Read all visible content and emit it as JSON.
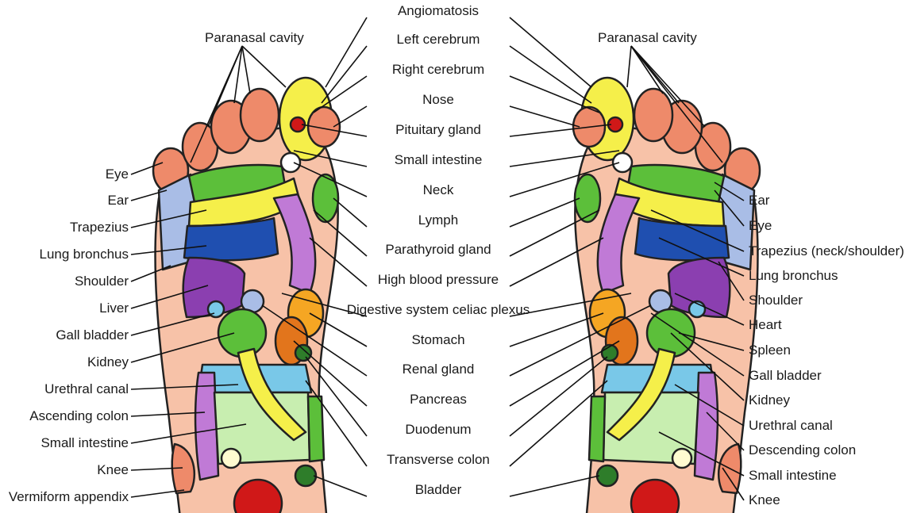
{
  "colors": {
    "outline": "#222222",
    "skin": "#f7c2a8",
    "toe_orange": "#ee8a6a",
    "sinus_blue": "#a9bde6",
    "yellow": "#f5ef4a",
    "green": "#5cbf3a",
    "dark_green": "#2e7d2a",
    "blue": "#1f4fb0",
    "purple": "#8b3fb0",
    "light_purple": "#c07ad6",
    "orange": "#f5a623",
    "dark_orange": "#e2751c",
    "red": "#d01818",
    "cyan": "#79c8e8",
    "pale_green": "#c8eeb0",
    "cream": "#fffbd0",
    "light_blue": "#cbd8f2"
  },
  "labels": {
    "paranasal_left": "Paranasal cavity",
    "paranasal_right": "Paranasal cavity",
    "left_side": [
      "Eye",
      "Ear",
      "Trapezius",
      "Lung bronchus",
      "Shoulder",
      "Liver",
      "Gall bladder",
      "Kidney",
      "Urethral canal",
      "Ascending colon",
      "Small intestine",
      "Knee",
      "Vermiform appendix"
    ],
    "center": [
      "Angiomatosis",
      "Left cerebrum",
      "Right cerebrum",
      "Nose",
      "Pituitary gland",
      "Small intestine",
      "Neck",
      "Lymph",
      "Parathyroid gland",
      "High blood pressure",
      "Digestive system celiac plexus",
      "Stomach",
      "Renal gland",
      "Pancreas",
      "Duodenum",
      "Transverse colon",
      "Bladder"
    ],
    "right_side": [
      "Ear",
      "Eye",
      "Trapezius (neck/shoulder)",
      "Lung bronchus",
      "Shoulder",
      "Heart",
      "Spleen",
      "Gall bladder",
      "Kidney",
      "Urethral canal",
      "Descending colon",
      "Small intestine",
      "Knee"
    ]
  }
}
